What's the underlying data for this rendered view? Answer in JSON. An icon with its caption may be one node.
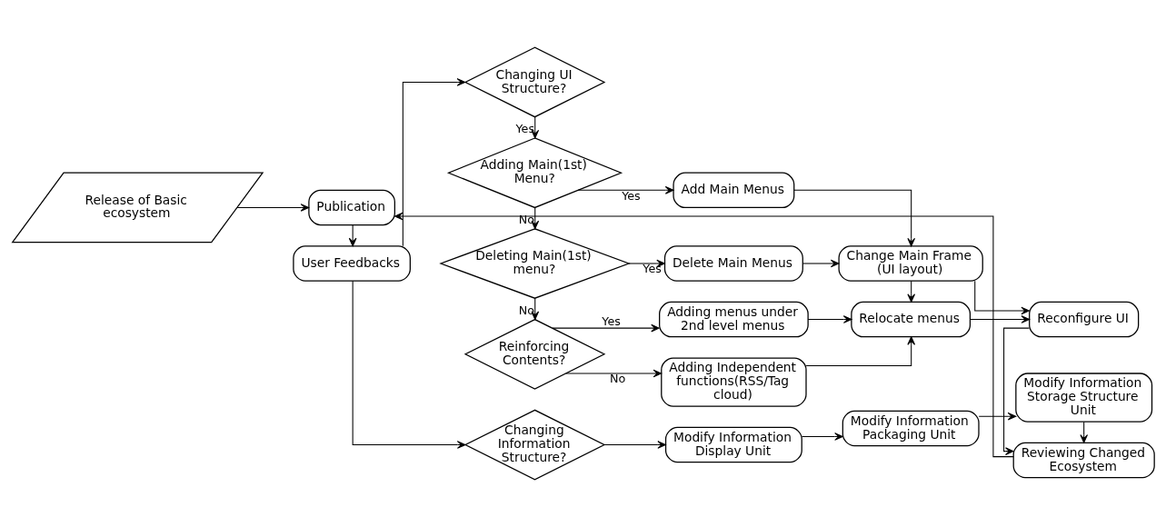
{
  "diagram": {
    "nodes": [
      {
        "text": [
          "Release of Basic ecosystem"
        ]
      },
      {
        "text": [
          "Publication"
        ]
      },
      {
        "text": [
          "User Feedbacks"
        ]
      },
      {
        "text": [
          "Changing UI Structure?"
        ]
      },
      {
        "text": [
          "Adding Main(1st) Menu?"
        ]
      },
      {
        "text": [
          "Add Main Menus"
        ]
      },
      {
        "text": [
          "Change Main Frame (UI layout)"
        ]
      },
      {
        "text": [
          "Reconfigure UI"
        ]
      },
      {
        "text": [
          "Deleting Main(1st) menu?"
        ]
      },
      {
        "text": [
          "Delete Main Menus"
        ]
      },
      {
        "text": [
          "Reinforcing Contents?"
        ]
      },
      {
        "text": [
          "Adding menus under 2nd level menus"
        ]
      },
      {
        "text": [
          "Relocate menus"
        ]
      },
      {
        "text": [
          "Adding Independent functions(RSS/Tag cloud)"
        ]
      },
      {
        "text": [
          "Changing Information Structure?"
        ]
      },
      {
        "text": [
          "Modify Information Display Unit"
        ]
      },
      {
        "text": [
          "Modify Information Packaging Unit"
        ]
      },
      {
        "text": [
          "Modify Information Storage Structure Unit"
        ]
      },
      {
        "text": [
          "Reviewing Changed Ecosystem"
        ]
      }
    ],
    "edges": [
      {
        "from": 0,
        "to": 1,
        "arrow": "to"
      },
      {
        "from": 1,
        "to": 2,
        "arrow": "to"
      },
      {
        "from": 2,
        "to": 3,
        "arrow": "to"
      },
      {
        "from": 3,
        "to": 4,
        "arrow": "to",
        "label": "Yes"
      },
      {
        "from": 4,
        "to": 5,
        "arrow": "to",
        "label": "Yes"
      },
      {
        "from": 4,
        "to": 8,
        "arrow": "to",
        "label": "No"
      },
      {
        "from": 8,
        "to": 9,
        "arrow": "to",
        "label": "Yes"
      },
      {
        "from": 8,
        "to": 10,
        "arrow": "to",
        "label": "No"
      },
      {
        "from": 5,
        "to": 6,
        "arrow": "to"
      },
      {
        "from": 9,
        "to": 6,
        "arrow": "to"
      },
      {
        "from": 6,
        "to": 7,
        "arrow": "to"
      },
      {
        "from": 6,
        "to": 12,
        "arrow": "to"
      },
      {
        "from": 10,
        "to": 11,
        "arrow": "to",
        "label": "Yes"
      },
      {
        "from": 10,
        "to": 13,
        "arrow": "to",
        "label": "No"
      },
      {
        "from": 11,
        "to": 12,
        "arrow": "to"
      },
      {
        "from": 13,
        "to": 12,
        "arrow": "to"
      },
      {
        "from": 12,
        "to": 7,
        "arrow": "to"
      },
      {
        "from": 2,
        "to": 14,
        "arrow": "to"
      },
      {
        "from": 14,
        "to": 15,
        "arrow": "to"
      },
      {
        "from": 15,
        "to": 16,
        "arrow": "to"
      },
      {
        "from": 16,
        "to": 17,
        "arrow": "to"
      },
      {
        "from": 17,
        "to": 18,
        "arrow": "to"
      },
      {
        "from": 7,
        "to": 18,
        "arrow": "to"
      },
      {
        "from": 18,
        "to": 1,
        "arrow": "to"
      }
    ]
  }
}
